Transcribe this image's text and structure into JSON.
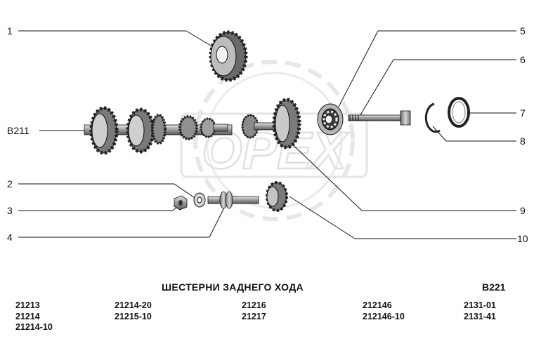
{
  "watermark": "OPEX",
  "callouts": {
    "c1": "1",
    "c2": "2",
    "c3": "3",
    "c4": "4",
    "c5": "5",
    "c6": "6",
    "c7": "7",
    "c8": "8",
    "c9": "9",
    "c10": "10",
    "shaft": "B211"
  },
  "caption": {
    "title": "ШЕСТЕРНИ ЗАДНЕГО ХОДА",
    "code": "B221"
  },
  "models": [
    [
      "21213",
      "21214",
      "21214-10"
    ],
    [
      "21214-20",
      "21215-10"
    ],
    [
      "21216",
      "21217"
    ],
    [
      "212146",
      "212146-10"
    ],
    [
      "2131-01",
      "2131-41"
    ]
  ],
  "colors": {
    "line": "#111111",
    "gear": "#8a8a8a",
    "watermark": "#d4d4d4"
  }
}
